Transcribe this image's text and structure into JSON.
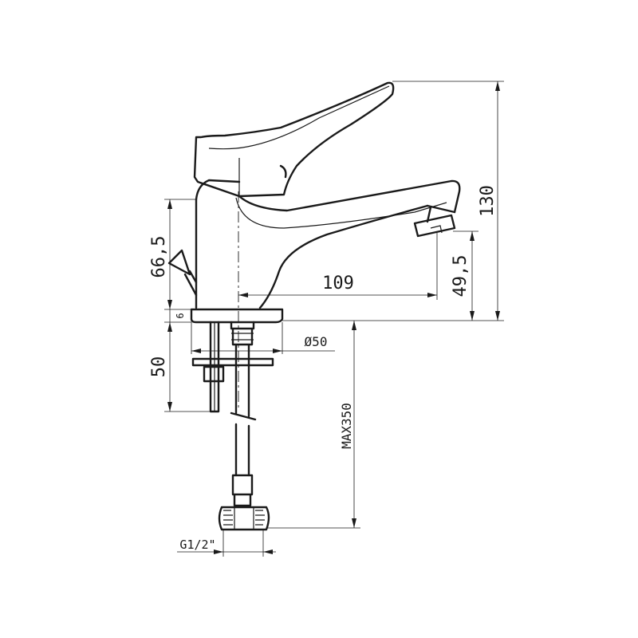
{
  "dimensions": {
    "height_total": "130",
    "height_body": "66,5",
    "height_base": "6",
    "shank_length": "50",
    "spout_reach": "109",
    "spout_height": "49,5",
    "base_diameter": "Ø50",
    "hose_length": "MAX350",
    "connection_thread": "G1/2\""
  },
  "drawing_color": "#1a1a1a",
  "background_color": "#ffffff"
}
